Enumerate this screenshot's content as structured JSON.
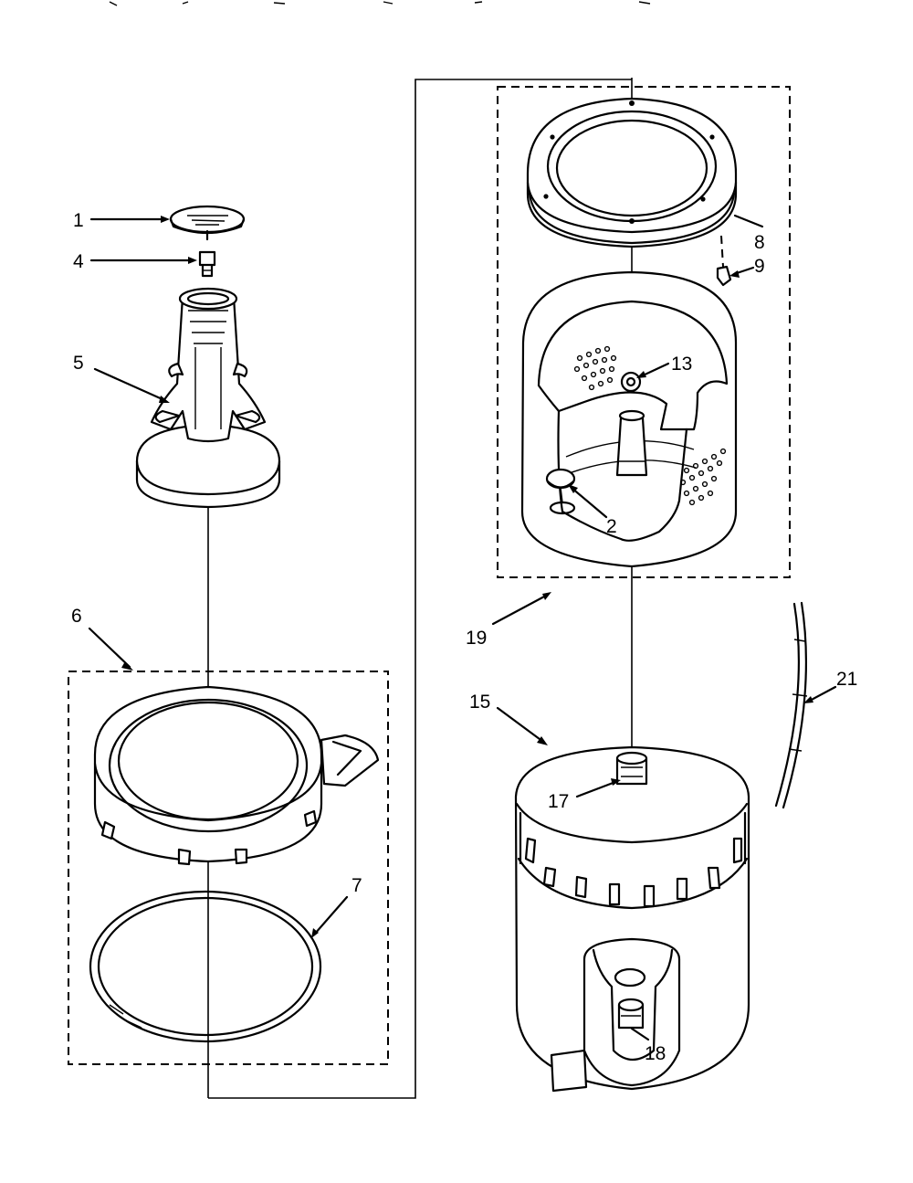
{
  "callouts": {
    "p1": "1",
    "p4": "4",
    "p5": "5",
    "p6": "6",
    "p7": "7",
    "p8": "8",
    "p9": "9",
    "p13": "13",
    "p2": "2",
    "p19": "19",
    "p15": "15",
    "p17": "17",
    "p21": "21",
    "p18": "18"
  }
}
